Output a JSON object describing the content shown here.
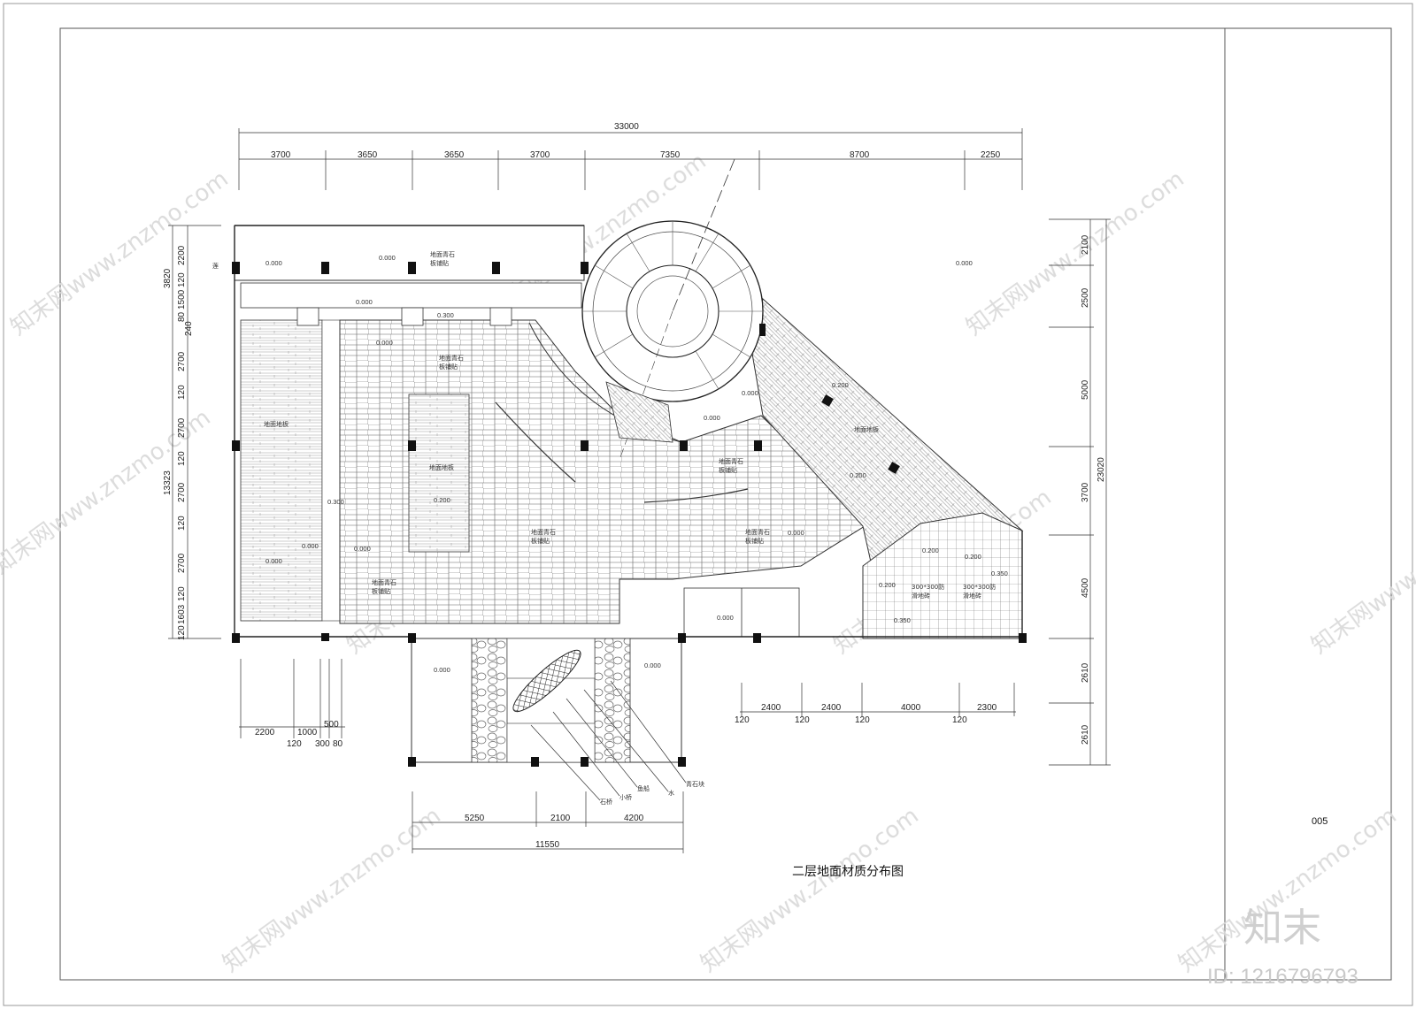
{
  "drawing": {
    "title": "二层地面材质分布图",
    "sheet_number": "005",
    "watermarks": {
      "site": "知末网www.znzmo.com",
      "brand": "知末",
      "id": "ID: 1216796793"
    }
  },
  "dimensions": {
    "top_total": "33000",
    "top_segments": [
      "3700",
      "3650",
      "3650",
      "3700",
      "7350",
      "8700",
      "2250"
    ],
    "left_total": "13323",
    "left_sub_total": "3820",
    "left_segments": [
      "2200",
      "120",
      "1500",
      "80",
      "240",
      "2700",
      "120",
      "2700",
      "120",
      "2700",
      "120",
      "2700",
      "120",
      "1603",
      "120"
    ],
    "right_total": "23020",
    "right_segments": [
      "2100",
      "2500",
      "5000",
      "3700",
      "4500",
      "2610",
      "2610"
    ],
    "bottom_left_upper": [
      "2200",
      "1000",
      "500"
    ],
    "bottom_left_lower": [
      "120",
      "300",
      "80"
    ],
    "bottom_right_upper": [
      "2400",
      "2400",
      "4000",
      "2300"
    ],
    "bottom_right_lower": [
      "120",
      "120",
      "120",
      "120"
    ],
    "bottom_center": [
      "5250",
      "2100",
      "4200"
    ],
    "bottom_center_total": "11550"
  },
  "levels": [
    "0.000",
    "0.000",
    "0.300",
    "0.000",
    "0.300",
    "0.000",
    "0.200",
    "0.000",
    "0.000",
    "0.000",
    "0.000",
    "0.000",
    "0.200",
    "0.200",
    "0.200",
    "0.200",
    "0.350",
    "0.200",
    "0.350",
    "0.000",
    "0.000",
    "0.000",
    "0.000",
    "0.000"
  ],
  "materials": {
    "stone_paving": "地面青石",
    "stone_paving_2": "板铺贴",
    "wood_floor": "地面地板",
    "tile_a": "300*300防",
    "tile_b": "滑地砖",
    "lotus": "莲"
  },
  "callouts": [
    "石桥",
    "小桥",
    "鱼船",
    "水",
    "青石块"
  ]
}
